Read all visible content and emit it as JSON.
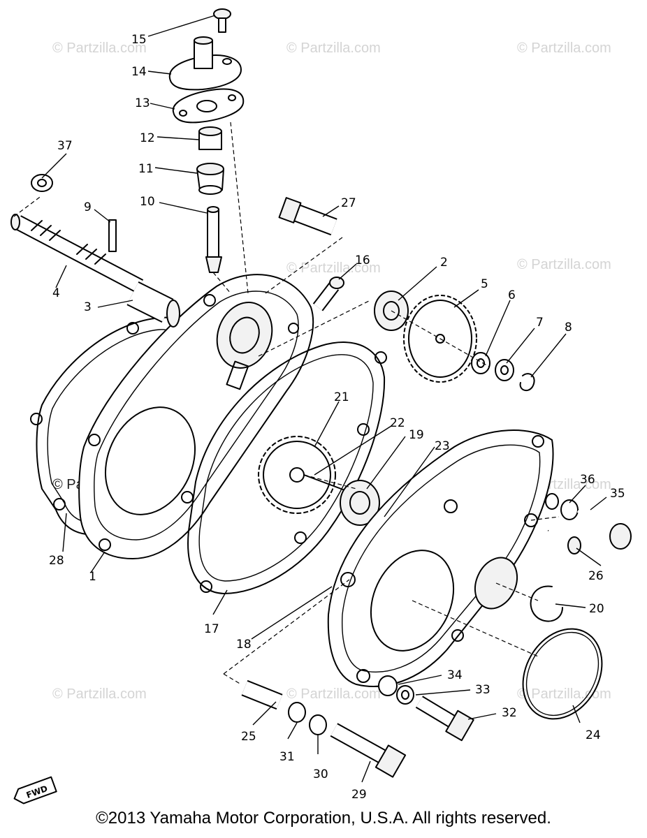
{
  "watermark": "© Partzilla.com",
  "callouts": {
    "c1": "1",
    "c2": "2",
    "c3": "3",
    "c4": "4",
    "c5": "5",
    "c6": "6",
    "c7": "7",
    "c8": "8",
    "c9": "9",
    "c10": "10",
    "c11": "11",
    "c12": "12",
    "c13": "13",
    "c14": "14",
    "c15": "15",
    "c16": "16",
    "c17": "17",
    "c18": "18",
    "c19": "19",
    "c20": "20",
    "c21": "21",
    "c22": "22",
    "c23": "23",
    "c24": "24",
    "c25": "25",
    "c26": "26",
    "c27": "27",
    "c28": "28",
    "c29": "29",
    "c30": "30",
    "c31": "31",
    "c32": "32",
    "c33": "33",
    "c34": "34",
    "c35": "35",
    "c36": "36",
    "c37": "37"
  },
  "fwd_label": "FWD",
  "copyright": "©2013  Yamaha Motor Corporation, U.S.A. All rights reserved."
}
